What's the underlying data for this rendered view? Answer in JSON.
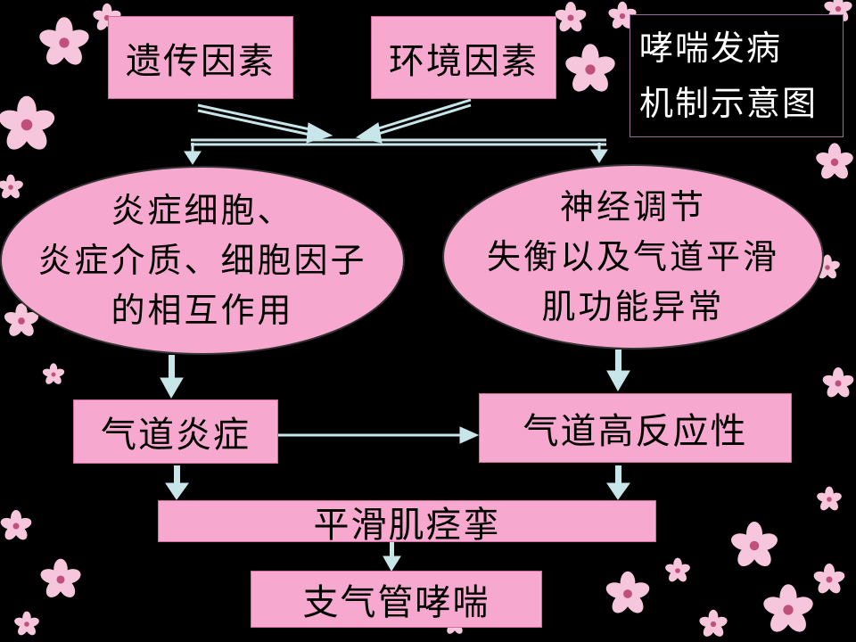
{
  "title": {
    "line1": "哮喘发病",
    "line2": "机制示意图"
  },
  "boxes": {
    "genetic": "遗传因素",
    "environment": "环境因素",
    "airway_inflammation": "气道炎症",
    "airway_hyperresponsiveness": "气道高反应性",
    "smooth_muscle_spasm": "平滑肌痉挛",
    "bronchial_asthma": "支气管哮喘"
  },
  "ellipses": {
    "inflammation": [
      "炎症细胞、",
      "炎症介质、细胞因子",
      "的相互作用"
    ],
    "neural": [
      "神经调节",
      "失衡以及气道平滑",
      "肌功能异常"
    ]
  },
  "colors": {
    "box_fill": "#f7a8cf",
    "arrow": "#c8e6ea",
    "background": "#000000"
  }
}
